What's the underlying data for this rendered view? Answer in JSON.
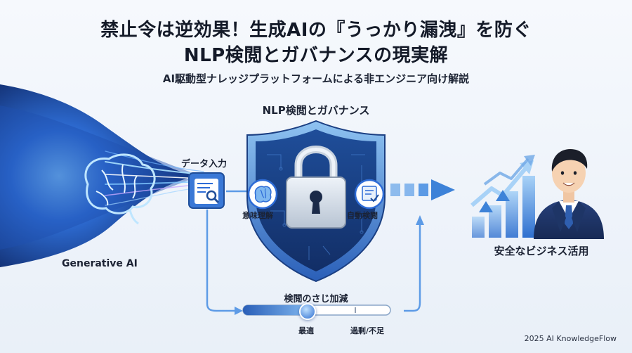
{
  "title_line1": "禁止令は逆効果！生成AIの『うっかり漏洩』を防ぐ",
  "title_line2": "NLP検閲とガバナンスの現実解",
  "subtitle": "AI駆動型ナレッジプラットフォームによる非エンジニア向け解説",
  "diagram_label": "NLP検閲とガバナンス",
  "data_input_label": "データ入力",
  "generative_ai_label": "Generative AI",
  "badge_meaning_label": "意味理解",
  "badge_auto_label": "自動検閲",
  "slider": {
    "title": "検閲のさじ加減",
    "optimal_label": "最適",
    "excess_label": "過剰/不足",
    "knob_position": 0.44
  },
  "business_label": "安全なビジネス活用",
  "footer": "2025 AI KnowledgeFlow",
  "colors": {
    "accent": "#2d6bd6",
    "shield_dark": "#1a3a78",
    "shield_light": "#5aa0e6",
    "arrow": "#4a90e2"
  },
  "icons": [
    "brain-icon",
    "document-search-icon",
    "shield-icon",
    "padlock-icon",
    "brain-badge-icon",
    "document-check-icon",
    "growth-chart-icon",
    "businessman-icon"
  ]
}
